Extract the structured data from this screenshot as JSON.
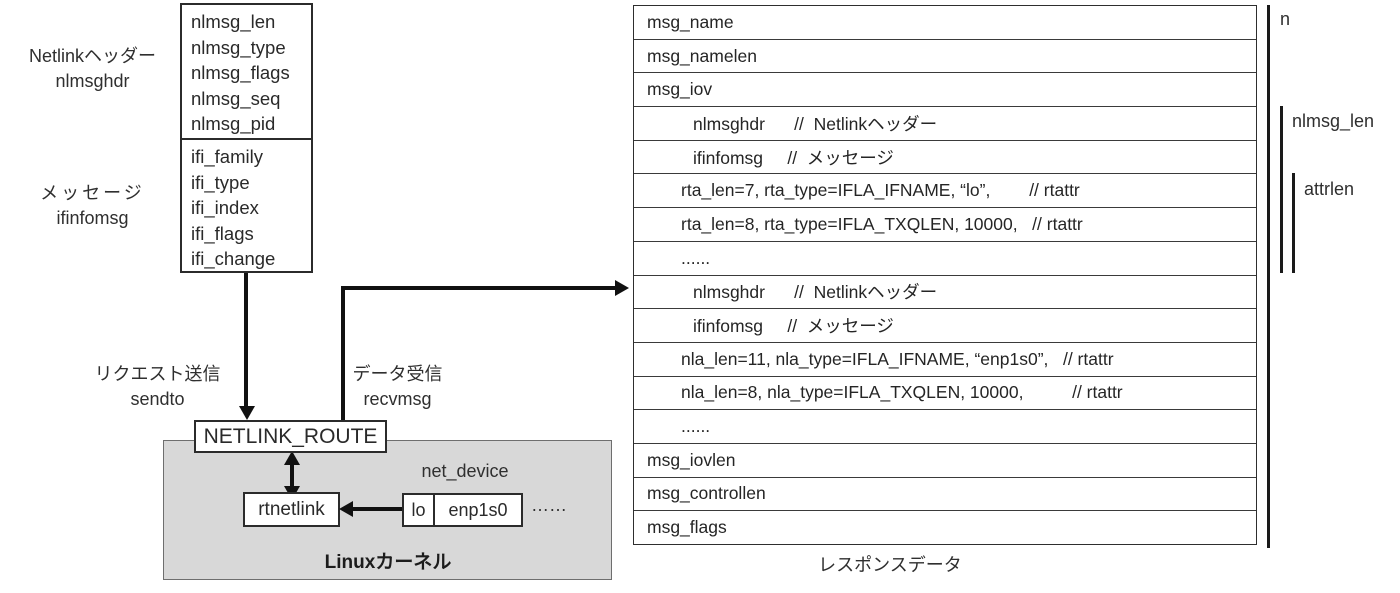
{
  "left": {
    "header_label_line1": "Netlinkヘッダー",
    "header_label_line2": "nlmsghdr",
    "nlmsghdr_fields": [
      "nlmsg_len",
      "nlmsg_type",
      "nlmsg_flags",
      "nlmsg_seq",
      "nlmsg_pid"
    ],
    "msg_label_line1": "メッセージ",
    "msg_label_line2": "ifinfomsg",
    "ifinfomsg_fields": [
      "ifi_family",
      "ifi_type",
      "ifi_index",
      "ifi_flags",
      "ifi_change"
    ],
    "send_label": "リクエスト送信",
    "send_fn": "sendto",
    "recv_label": "データ受信",
    "recv_fn": "recvmsg",
    "socket_label": "NETLINK_ROUTE",
    "kernel_title": "Linuxカーネル",
    "rtnetlink_label": "rtnetlink",
    "net_device_label": "net_device",
    "device_1": "lo",
    "device_2": "enp1s0",
    "device_more": "……"
  },
  "table": {
    "rows": [
      "msg_name",
      "msg_namelen",
      "msg_iov",
      "nlmsghdr      //  Netlinkヘッダー",
      "ifinfomsg     //  メッセージ",
      "rta_len=7, rta_type=IFLA_IFNAME, “lo”,        // rtattr",
      "rta_len=8, rta_type=IFLA_TXQLEN, 10000,   // rtattr",
      "......",
      "nlmsghdr      //  Netlinkヘッダー",
      "ifinfomsg     //  メッセージ",
      "nla_len=11, nla_type=IFLA_IFNAME, “enp1s0”,   // rtattr",
      "nla_len=8, nla_type=IFLA_TXQLEN, 10000,          // rtattr",
      "......",
      "msg_iovlen",
      "msg_controllen",
      "msg_flags"
    ],
    "caption": "レスポンスデータ",
    "bracket_n": "n",
    "bracket_nlmsg_len": "nlmsg_len",
    "bracket_attrlen": "attrlen"
  },
  "colors": {
    "kernel_box_fill": "#d8d8d8",
    "diagram_line": "#111111",
    "border": "#2b2b2b"
  }
}
